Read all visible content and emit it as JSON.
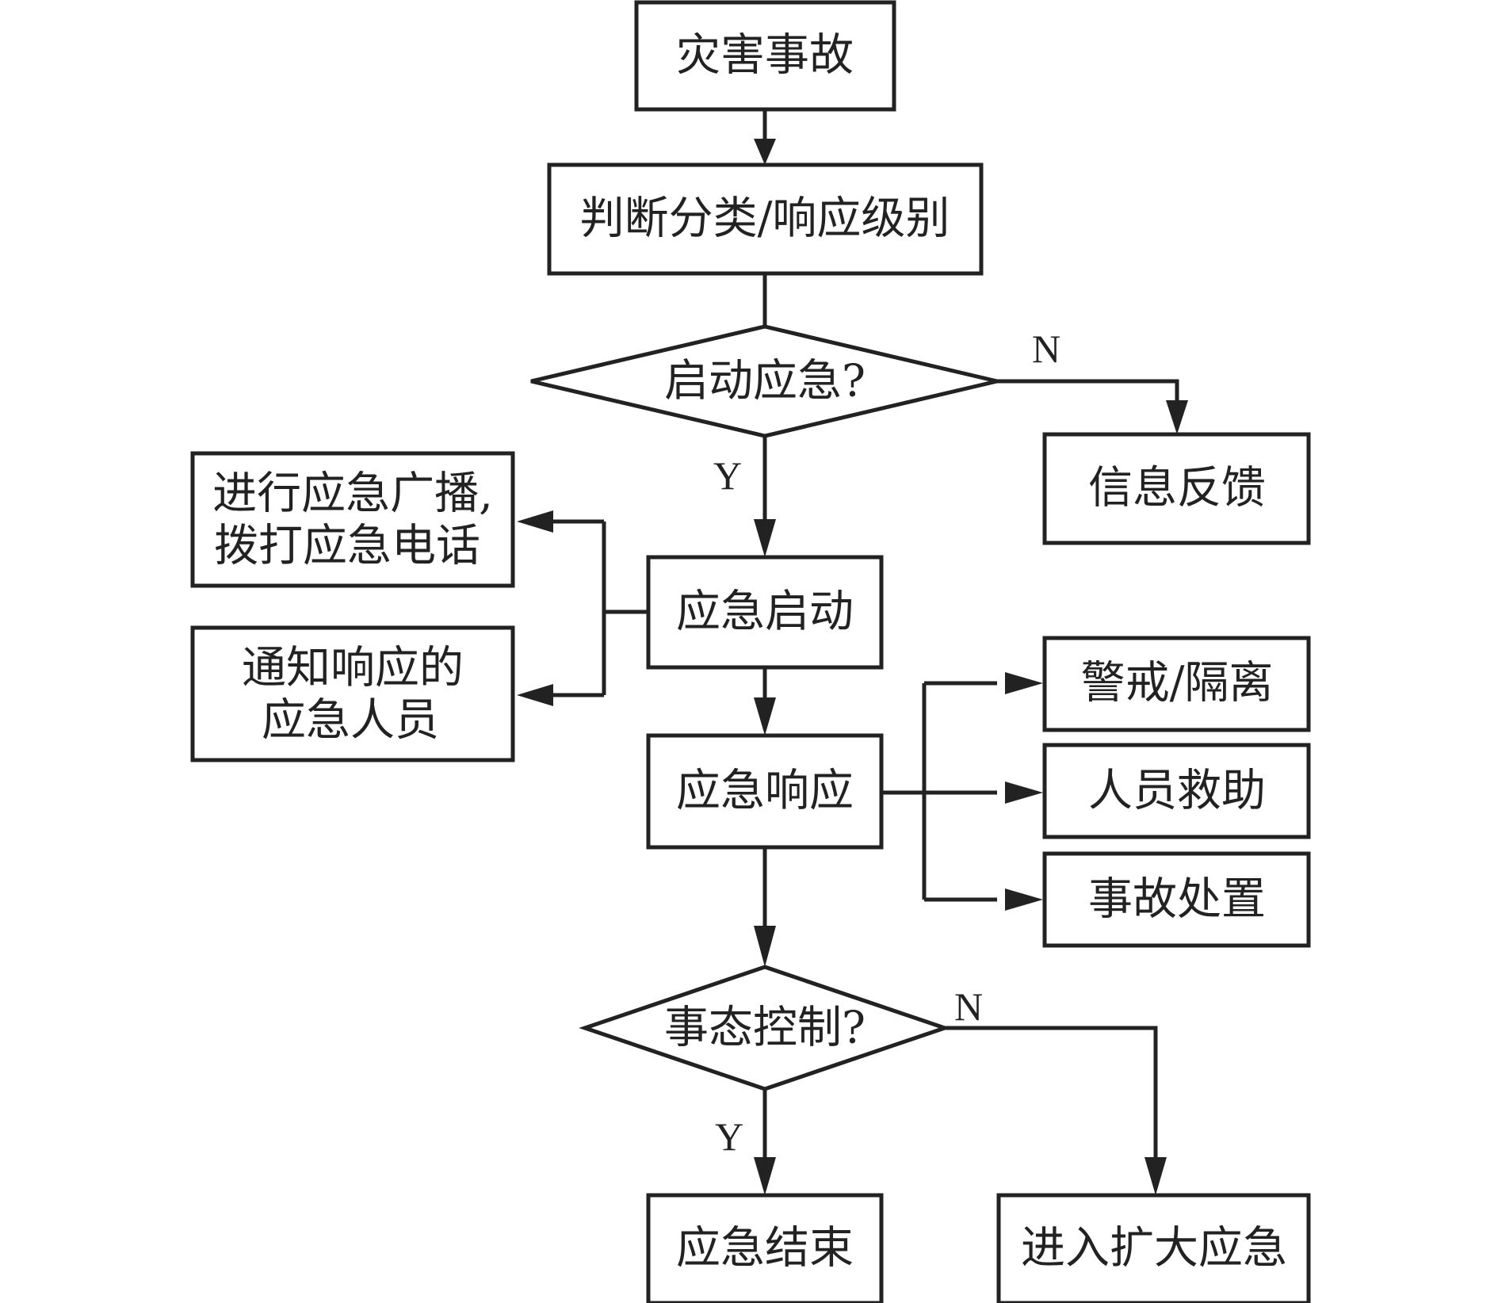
{
  "nodes": {
    "disaster_accident": "灾害事故",
    "classify_level": "判断分类/响应级别",
    "start_emergency_q": "启动应急?",
    "info_feedback": "信息反馈",
    "broadcast_line1": "进行应急广播,",
    "broadcast_line2": "拨打应急电话",
    "notify_line1": "通知响应的",
    "notify_line2": "应急人员",
    "emergency_start": "应急启动",
    "emergency_response": "应急响应",
    "cordon_isolation": "警戒/隔离",
    "personnel_rescue": "人员救助",
    "accident_handling": "事故处置",
    "situation_control_q": "事态控制?",
    "emergency_end": "应急结束",
    "expanded_emergency": "进入扩大应急"
  },
  "branches": {
    "start_yes": "Y",
    "start_no": "N",
    "control_yes": "Y",
    "control_no": "N"
  }
}
